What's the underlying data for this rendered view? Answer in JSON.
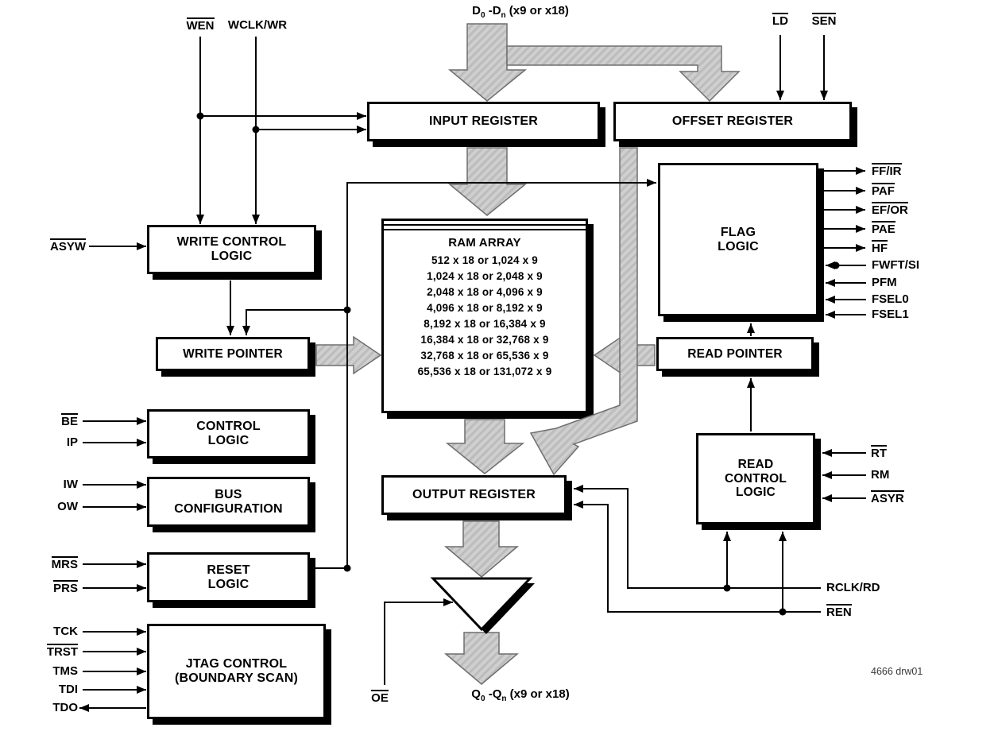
{
  "diagram": {
    "drawing_number": "4666 drw01",
    "colors": {
      "block_fill": "#ffffff",
      "block_border": "#000000",
      "shadow": "#000000",
      "line": "#000000",
      "bus_arrow_fill": "#cfcfcf"
    },
    "io_labels": {
      "data_in": {
        "base1": "D",
        "sub1": "0",
        "base2": " -D",
        "sub2": "n",
        "suffix": " (x9 or x18)"
      },
      "data_out": {
        "base1": "Q",
        "sub1": "0",
        "base2": " -Q",
        "sub2": "n",
        "suffix": " (x9 or x18)"
      }
    },
    "blocks": {
      "input_register": {
        "label": "INPUT REGISTER"
      },
      "offset_register": {
        "label": "OFFSET REGISTER"
      },
      "flag_logic": {
        "line1": "FLAG",
        "line2": "LOGIC"
      },
      "write_control_logic": {
        "line1": "WRITE CONTROL",
        "line2": "LOGIC"
      },
      "write_pointer": {
        "label": "WRITE POINTER"
      },
      "read_pointer": {
        "label": "READ POINTER"
      },
      "control_logic": {
        "line1": "CONTROL",
        "line2": "LOGIC"
      },
      "bus_configuration": {
        "line1": "BUS",
        "line2": "CONFIGURATION"
      },
      "read_control_logic": {
        "line1": "READ",
        "line2": "CONTROL",
        "line3": "LOGIC"
      },
      "output_register": {
        "label": "OUTPUT REGISTER"
      },
      "reset_logic": {
        "line1": "RESET",
        "line2": "LOGIC"
      },
      "jtag_control": {
        "line1": "JTAG CONTROL",
        "line2": "(BOUNDARY SCAN)"
      },
      "ram_array": {
        "title": "RAM ARRAY",
        "sizes": [
          "512 x 18 or 1,024 x 9",
          "1,024 x 18 or 2,048 x 9",
          "2,048 x 18 or 4,096 x 9",
          "4,096 x 18 or 8,192 x 9",
          "8,192 x 18 or 16,384 x 9",
          "16,384 x 18 or 32,768 x 9",
          "32,768 x 18 or 65,536 x 9",
          "65,536 x 18 or 131,072 x 9"
        ]
      }
    },
    "signals": {
      "wen": "WEN",
      "wclk_wr": "WCLK/WR",
      "asyw": "ASYW",
      "ld": "LD",
      "sen": "SEN",
      "be": "BE",
      "ip": "IP",
      "iw": "IW",
      "ow": "OW",
      "mrs": "MRS",
      "prs": "PRS",
      "tck": "TCK",
      "trst": "TRST",
      "tms": "TMS",
      "tdi": "TDI",
      "tdo": "TDO",
      "ff_ir": "FF/IR",
      "paf": "PAF",
      "ef_or": "EF/OR",
      "pae": "PAE",
      "hf": "HF",
      "fwft_si": "FWFT/SI",
      "pfm": "PFM",
      "fsel0": "FSEL0",
      "fsel1": "FSEL1",
      "rt": "RT",
      "rm": "RM",
      "asyr": "ASYR",
      "rclk_rd": "RCLK/RD",
      "ren": "REN",
      "oe": "OE"
    }
  }
}
